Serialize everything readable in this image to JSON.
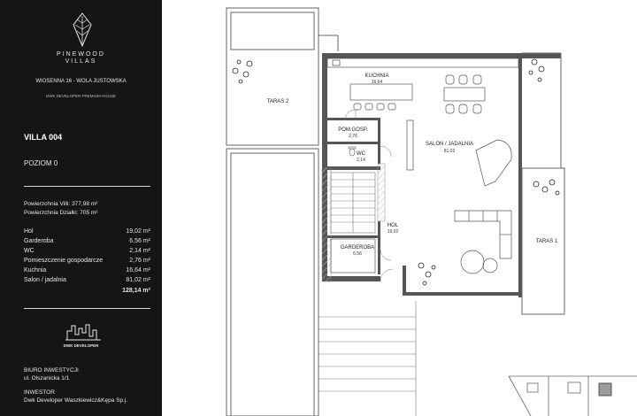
{
  "brand": {
    "name": "PINEWOOD",
    "name2": "VILLAS"
  },
  "address": "WIOSENNA 16 - WOLA JUSTOWSKA",
  "tagline": "DWK DEVELOPER PREMIUM HOUSE",
  "villa": "VILLA 004",
  "level": "POZIOM 0",
  "summary": {
    "villa_area": "Powierzchnia Villi: 377,98 m²",
    "plot_area": "Powierzchnia Działki: 705 m²"
  },
  "rooms": [
    {
      "name": "Hol",
      "area": "19,02 m²"
    },
    {
      "name": "Garderoba",
      "area": "6,56 m²"
    },
    {
      "name": "WC",
      "area": "2,14 m²"
    },
    {
      "name": "Pomieszczenie gospodarcze",
      "area": "2,76 m²"
    },
    {
      "name": "Kuchnia",
      "area": "16,64 m²"
    },
    {
      "name": "Salon / jadalnia",
      "area": "81,02 m²"
    }
  ],
  "total": "128,14 m²",
  "developer_logo": "DWK DEVELOPER",
  "office": {
    "label": "BIURO INWESTYCJI",
    "address": "ul. Olszanicka 1/1"
  },
  "investor": {
    "label": "INWESTOR",
    "name": "Dwk Developer Waszkiewicz&Kępa Sp.j."
  },
  "plan_labels": {
    "kuchnia": "KUCHNIA",
    "kuchnia_area": "16,64",
    "salon": "SALON / JADALNIA",
    "salon_area": "81,02",
    "pom": "POM.GOSP.",
    "pom_area": "2,76",
    "wc": "WC",
    "wc_area": "2,14",
    "hol": "HOL",
    "hol_area": "19,02",
    "garderoba": "GARDEROBA",
    "garderoba_area": "6,56",
    "taras1": "TARAS 1",
    "taras2": "TARAS 2"
  },
  "colors": {
    "panel": "#151515",
    "wall": "#555555",
    "hatch": "#c8c8c8"
  }
}
